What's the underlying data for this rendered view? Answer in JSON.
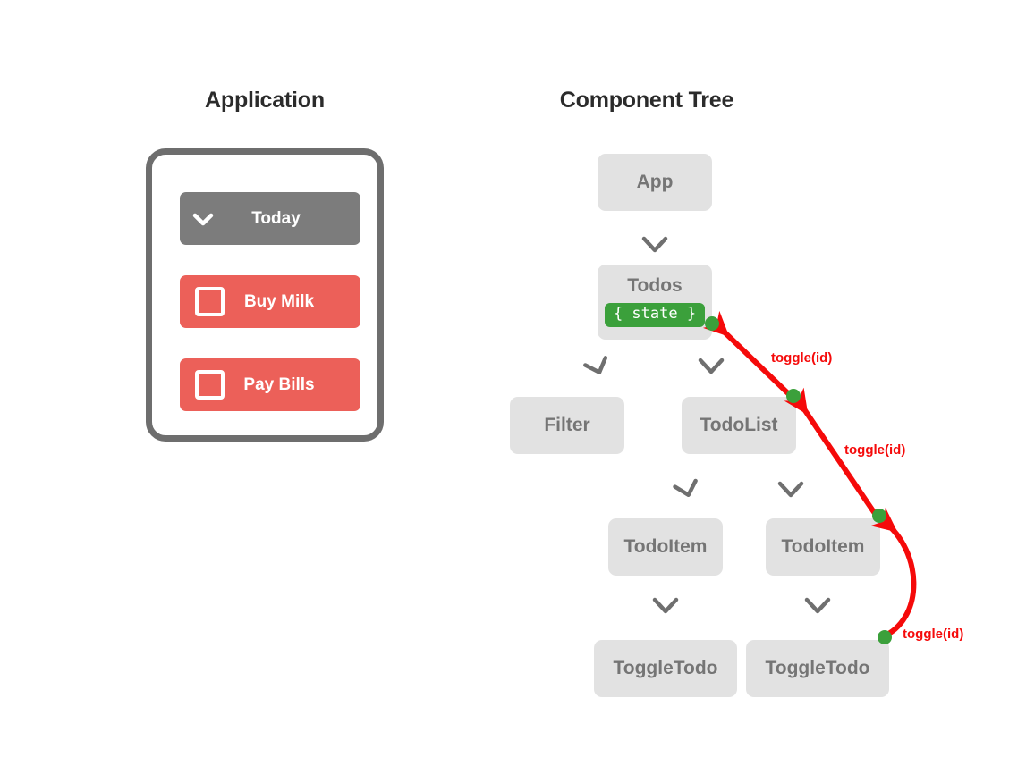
{
  "panels": {
    "application": {
      "title": "Application"
    },
    "component_tree": {
      "title": "Component Tree"
    }
  },
  "application": {
    "rows": [
      {
        "label": "Today",
        "kind": "header",
        "icon": "chevron-down-icon",
        "color": "#7c7c7c"
      },
      {
        "label": "Buy Milk",
        "kind": "todo",
        "icon": "checkbox-unchecked-icon",
        "color": "#ec6059"
      },
      {
        "label": "Pay Bills",
        "kind": "todo",
        "icon": "checkbox-unchecked-icon",
        "color": "#ec6059"
      }
    ]
  },
  "component_tree": {
    "nodes": [
      {
        "id": "app",
        "label": "App"
      },
      {
        "id": "todos",
        "label": "Todos",
        "badge": "{ state }"
      },
      {
        "id": "filter",
        "label": "Filter"
      },
      {
        "id": "todolist",
        "label": "TodoList"
      },
      {
        "id": "item1",
        "label": "TodoItem"
      },
      {
        "id": "item2",
        "label": "TodoItem"
      },
      {
        "id": "toggle1",
        "label": "ToggleTodo"
      },
      {
        "id": "toggle2",
        "label": "ToggleTodo"
      }
    ],
    "flows": [
      {
        "label": "toggle(id)",
        "from": "todolist",
        "to": "todos"
      },
      {
        "label": "toggle(id)",
        "from": "item2",
        "to": "todolist"
      },
      {
        "label": "toggle(id)",
        "from": "toggle2",
        "to": "item2"
      }
    ],
    "colors": {
      "node_background": "#e2e2e2",
      "node_text": "#757575",
      "state_badge": "#3ba03b",
      "flow_arrow": "#f50a0a",
      "flow_endpoint": "#3ba03b"
    }
  }
}
